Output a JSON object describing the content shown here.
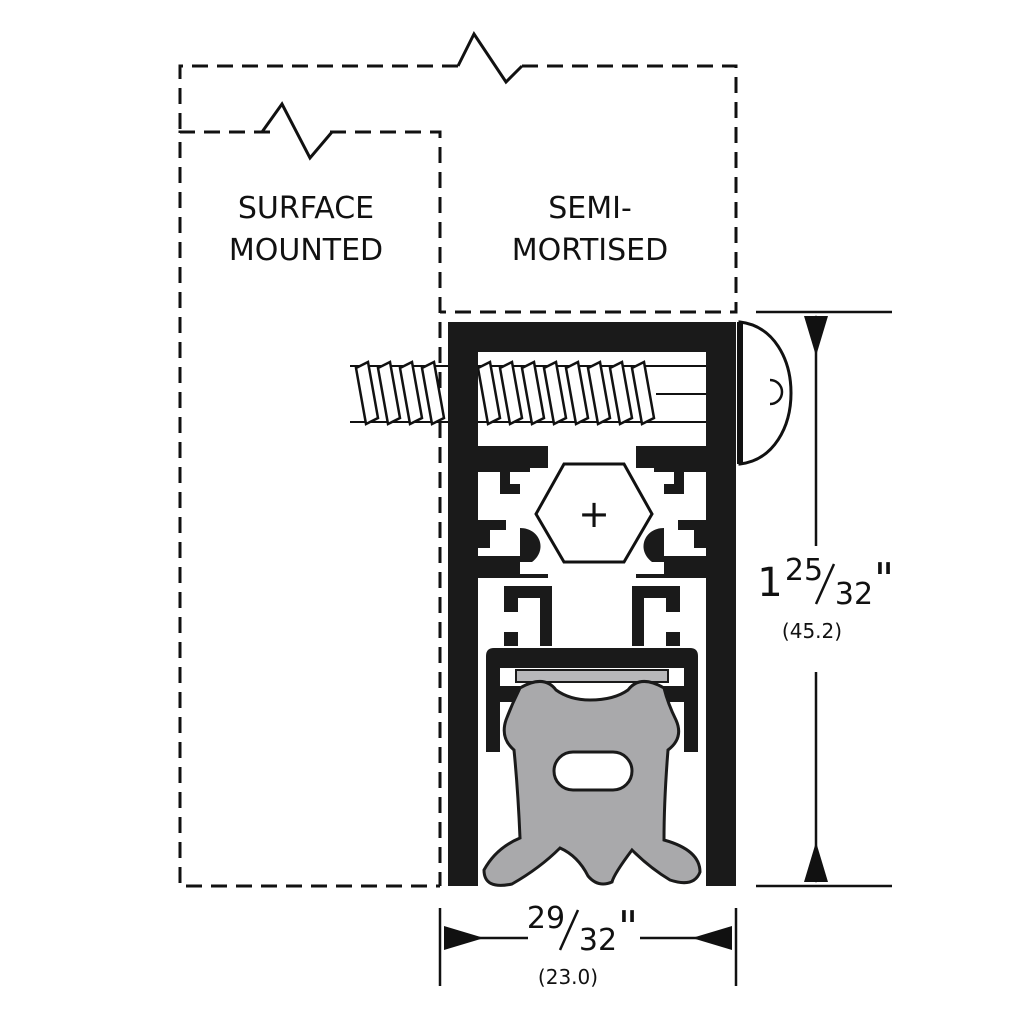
{
  "labels": {
    "surface_line1": "SURFACE",
    "surface_line2": "MOUNTED",
    "semi_line1": "SEMI-",
    "semi_line2": "MORTISED"
  },
  "dimensions": {
    "height": {
      "whole": "1",
      "numerator": "25",
      "denominator": "32",
      "unit_mark": "\"",
      "metric": "(45.2)"
    },
    "width": {
      "numerator": "29",
      "denominator": "32",
      "unit_mark": "\"",
      "metric": "(23.0)"
    }
  },
  "symbols": {
    "hex_screw_mark": "+"
  },
  "colors": {
    "line": "#111111",
    "profile": "#1a1a1a",
    "seal": "#a9a9ab",
    "seal_outline": "#1a1a1a",
    "background": "#ffffff"
  }
}
